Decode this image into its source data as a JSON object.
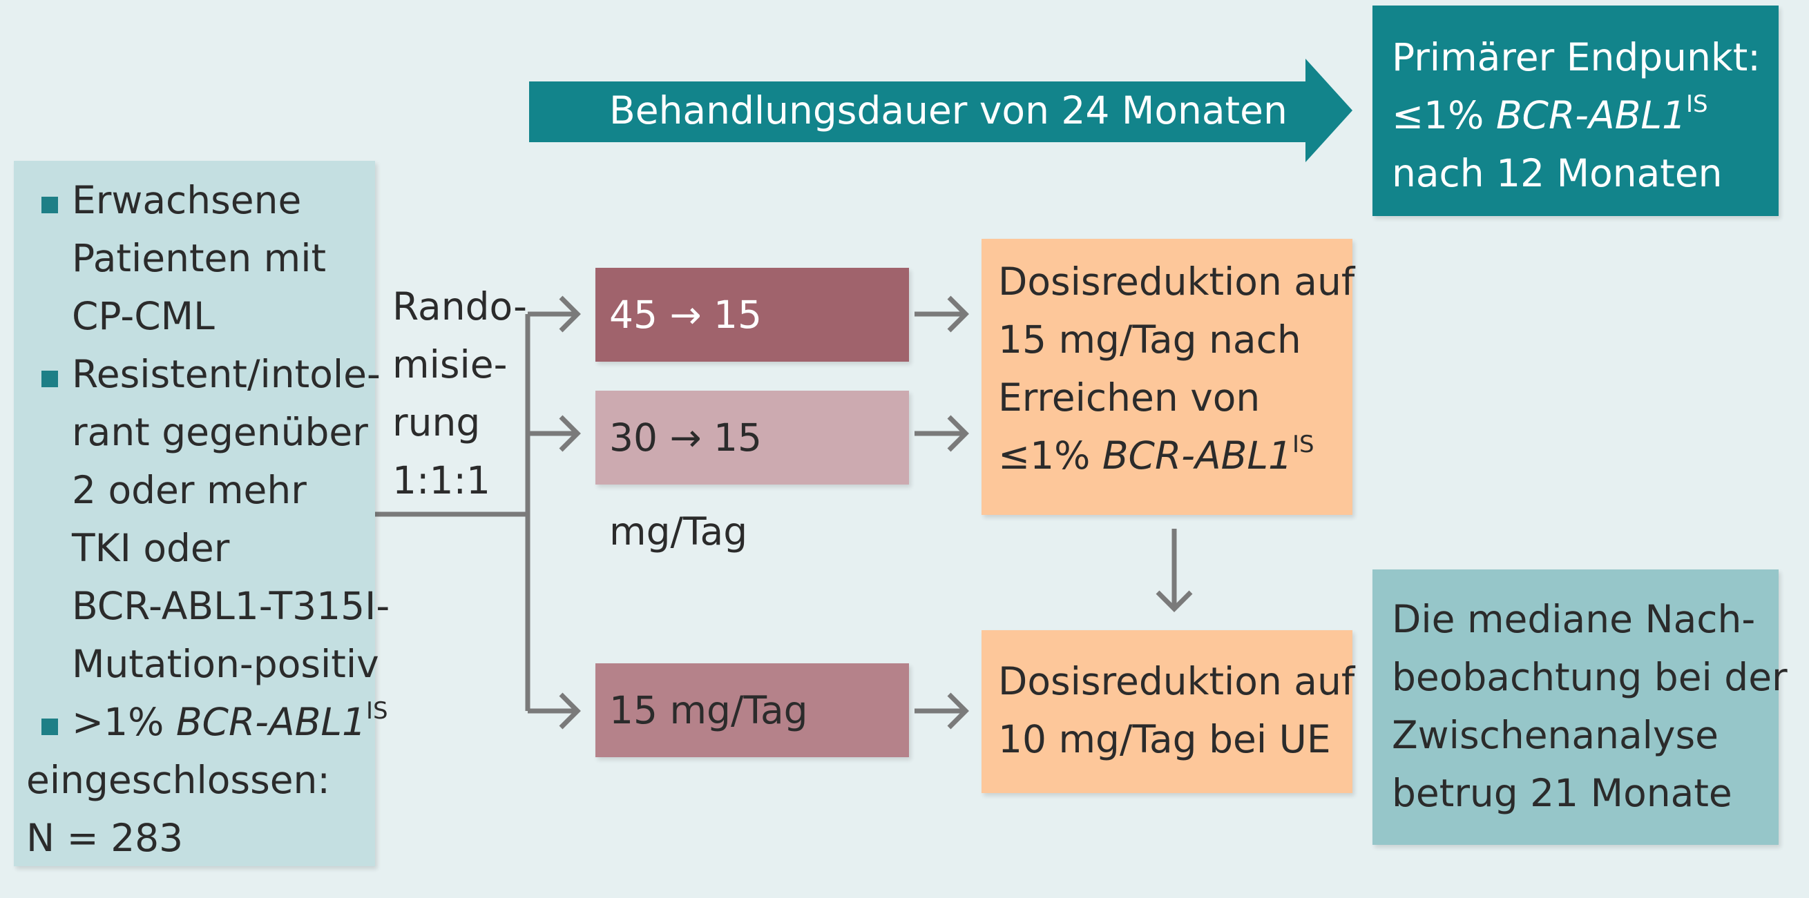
{
  "inclusion": {
    "bullets": [
      {
        "lines": [
          "Erwachsene",
          "Patienten mit",
          "CP-CML"
        ]
      },
      {
        "lines": [
          "Resistent/intole-",
          "rant gegenüber",
          "2 oder mehr",
          "TKI oder",
          "BCR-ABL1-T315I-",
          "Mutation-positiv"
        ]
      },
      {
        "prefix": ">1% ",
        "italic": "BCR-ABL1",
        "sup": "IS"
      }
    ],
    "enrolled_label": "eingeschlossen:",
    "enrolled_n": "N = 283"
  },
  "randomization": {
    "lines": [
      "Rando-",
      "misie-",
      "rung",
      "1:1:1"
    ]
  },
  "duration": "Behandlungsdauer von 24 Monaten",
  "primary_endpoint": {
    "title": "Primärer Endpunkt:",
    "prefix": "≤1% ",
    "italic": "BCR-ABL1",
    "sup": "IS",
    "suffix": "nach 12 Monaten"
  },
  "arms": [
    "45 → 15 mg/Tag",
    "30 → 15 mg/Tag",
    "15 mg/Tag"
  ],
  "reduction1": {
    "lines": [
      "Dosisreduktion auf",
      "15 mg/Tag nach",
      "Erreichen von"
    ],
    "prefix": "≤1% ",
    "italic": "BCR-ABL1",
    "sup": "IS"
  },
  "reduction2": {
    "lines": [
      "Dosisreduktion auf",
      "10 mg/Tag bei UE"
    ]
  },
  "followup": {
    "lines": [
      "Die mediane Nach-",
      "beobachtung bei der",
      "Zwischenanalyse",
      "betrug 21 Monate"
    ]
  },
  "colors": {
    "teal": "#12848b",
    "light_teal": "#c4dfe1",
    "followup": "#96c6c9",
    "arm1": "#a0636c",
    "arm2": "#ccaab0",
    "arm3": "#b5828a",
    "peach": "#fdc79a",
    "connector": "#7a7a7a"
  }
}
